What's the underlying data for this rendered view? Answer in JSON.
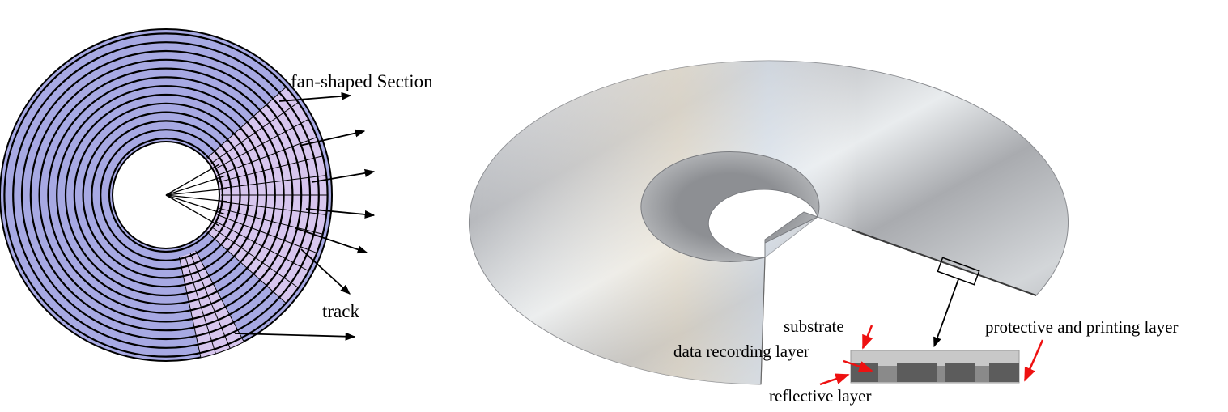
{
  "left_diagram": {
    "labels": {
      "fan_section": "fan-shaped Section",
      "track": "track"
    },
    "colors": {
      "disk_fill": "#a7a9e3",
      "sector_fill": "#d7c6ee",
      "lines": "#000000"
    }
  },
  "right_diagram": {
    "labels": {
      "substrate": "substrate",
      "data_recording_layer": "data recording layer",
      "reflective_layer": "reflective layer",
      "protective_layer": "protective and printing layer"
    },
    "colors": {
      "arrow_red": "#ee1111",
      "substrate_gray": "#c8c8c8",
      "recording_gray": "#5c5c5c",
      "reflective_gray": "#8a8a8a"
    }
  }
}
